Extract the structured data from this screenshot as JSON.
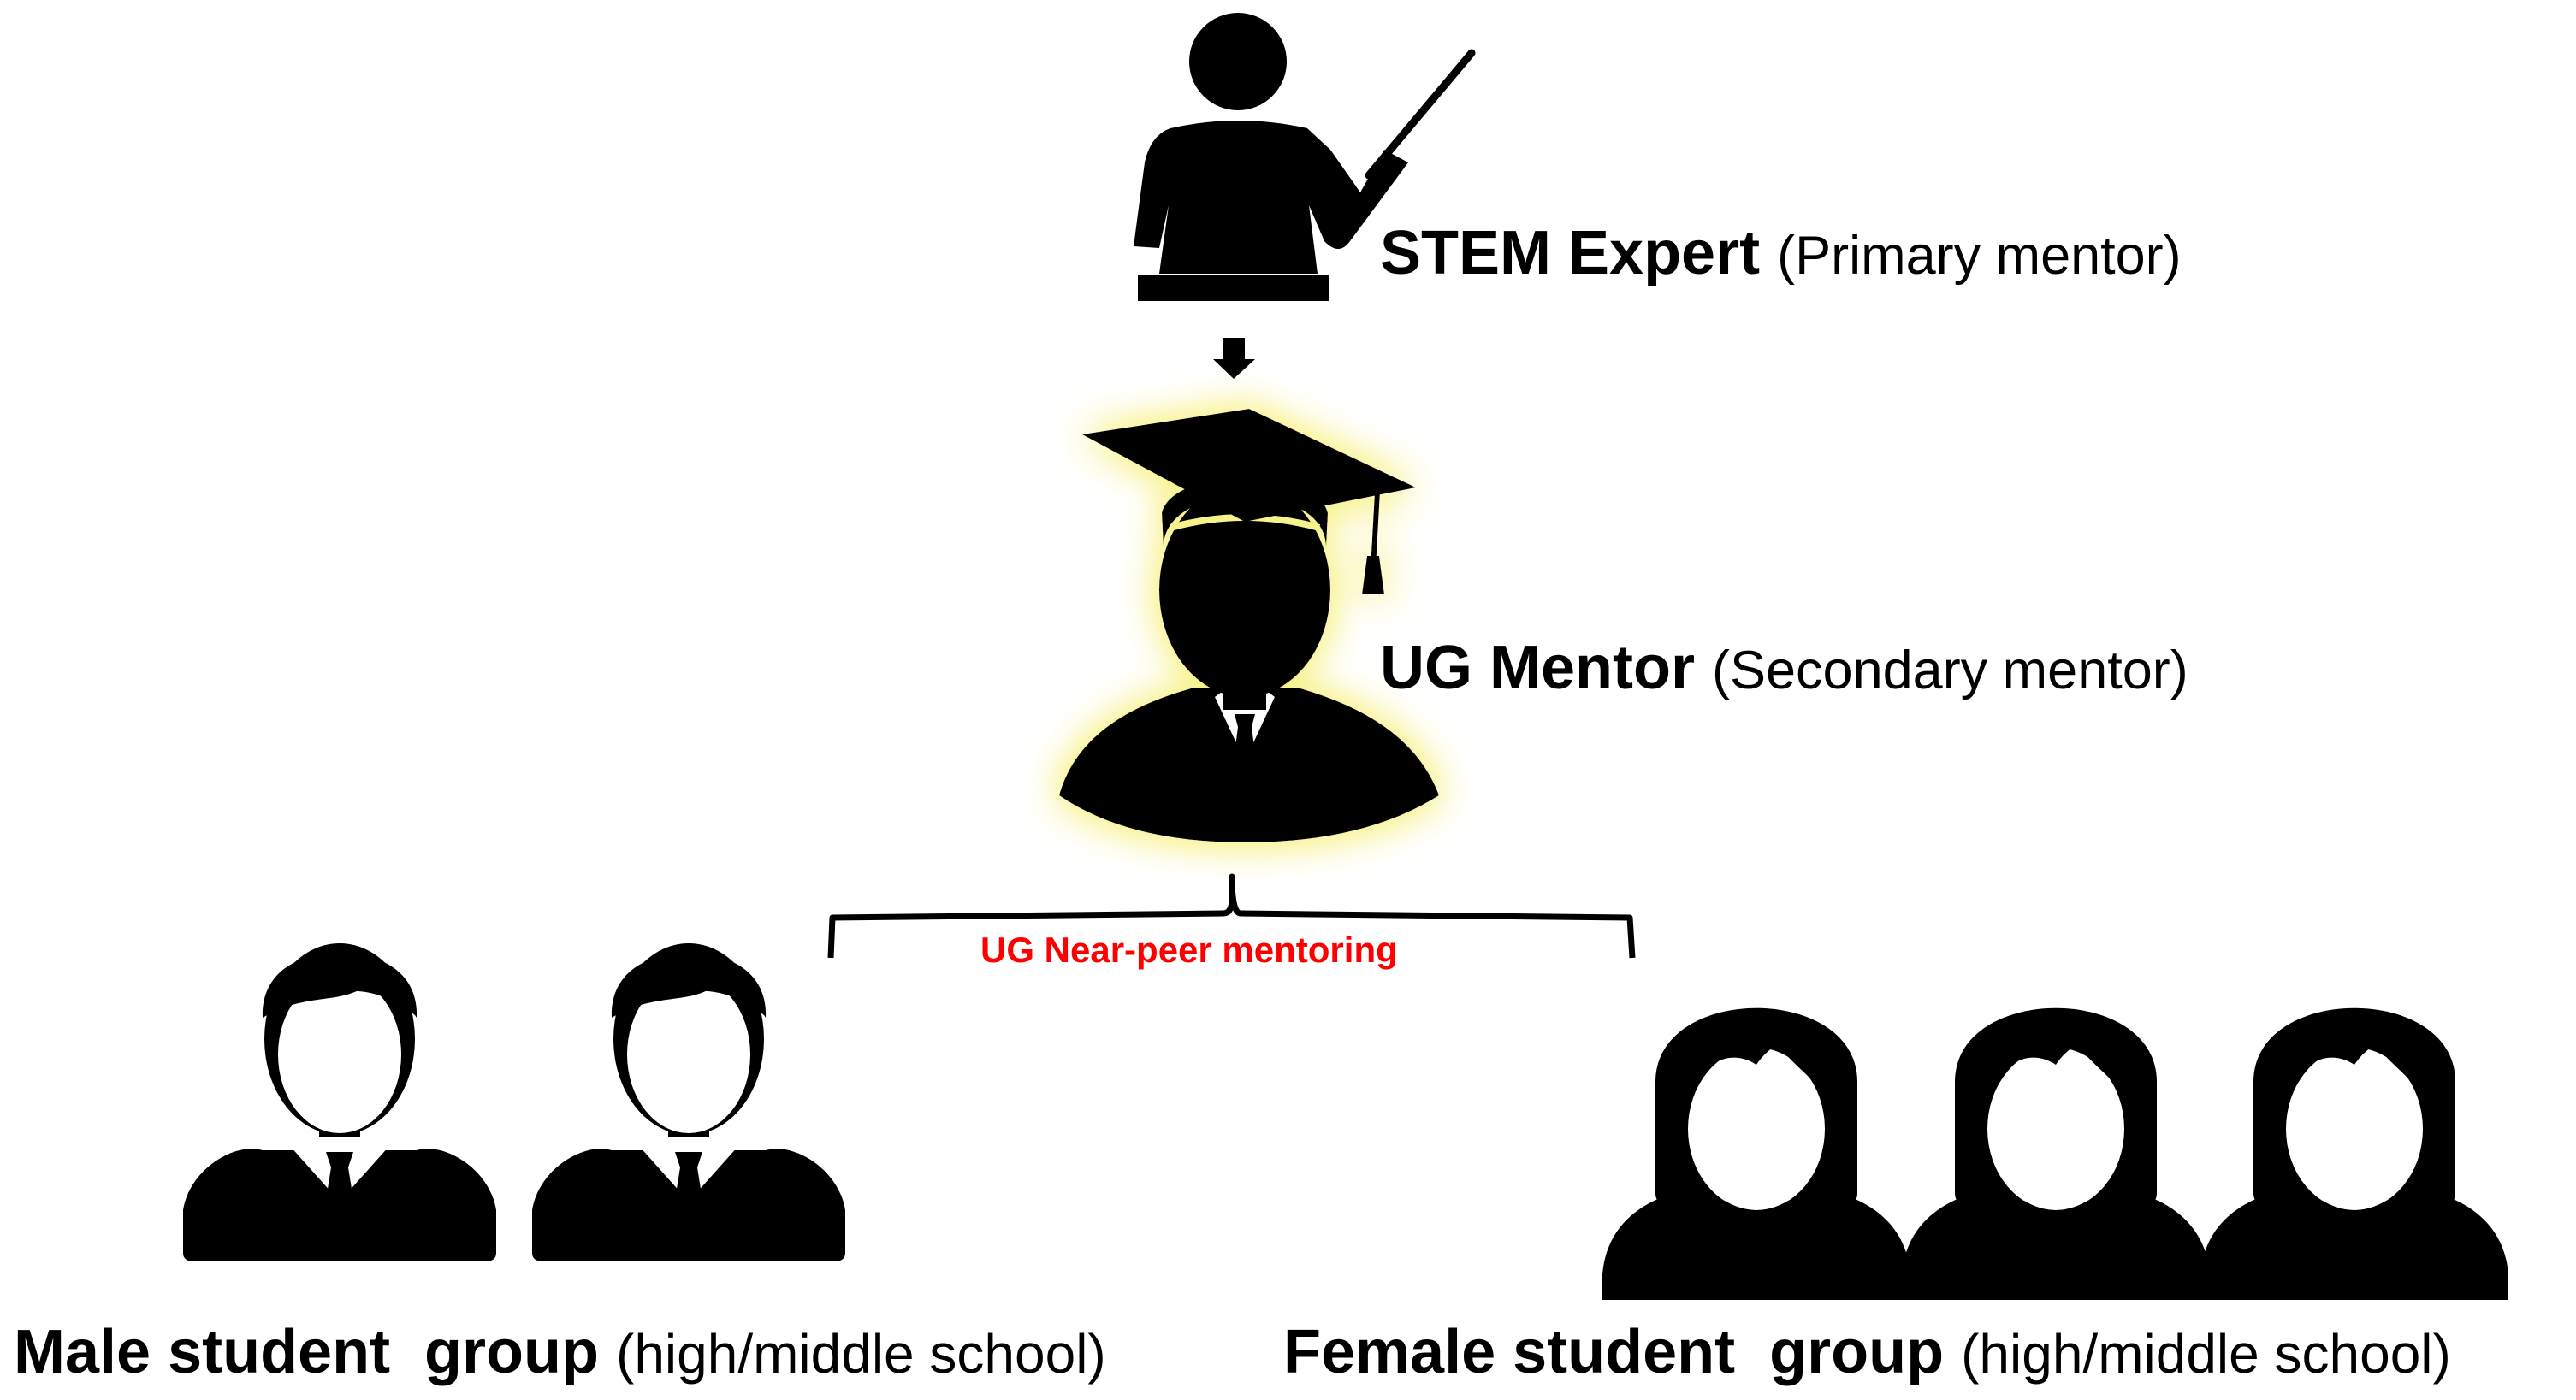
{
  "expert": {
    "title": "STEM Expert",
    "role": "(Primary mentor)",
    "icon": "teacher-pointer-icon"
  },
  "mentor": {
    "title": "UG Mentor",
    "role": "(Secondary mentor)",
    "icon": "graduate-student-icon",
    "glow_color": "#f7f28c"
  },
  "connector": {
    "label": "UG Near-peer mentoring",
    "label_color": "#ff0000",
    "icon": "bracket-icon"
  },
  "male_group": {
    "title": "Male student  group",
    "note": "(high/middle school)",
    "count": 2,
    "icon": "male-student-icon"
  },
  "female_group": {
    "title": "Female student  group",
    "note": "(high/middle school)",
    "count": 3,
    "icon": "female-student-icon"
  },
  "arrow": {
    "icon": "down-arrow-icon"
  }
}
